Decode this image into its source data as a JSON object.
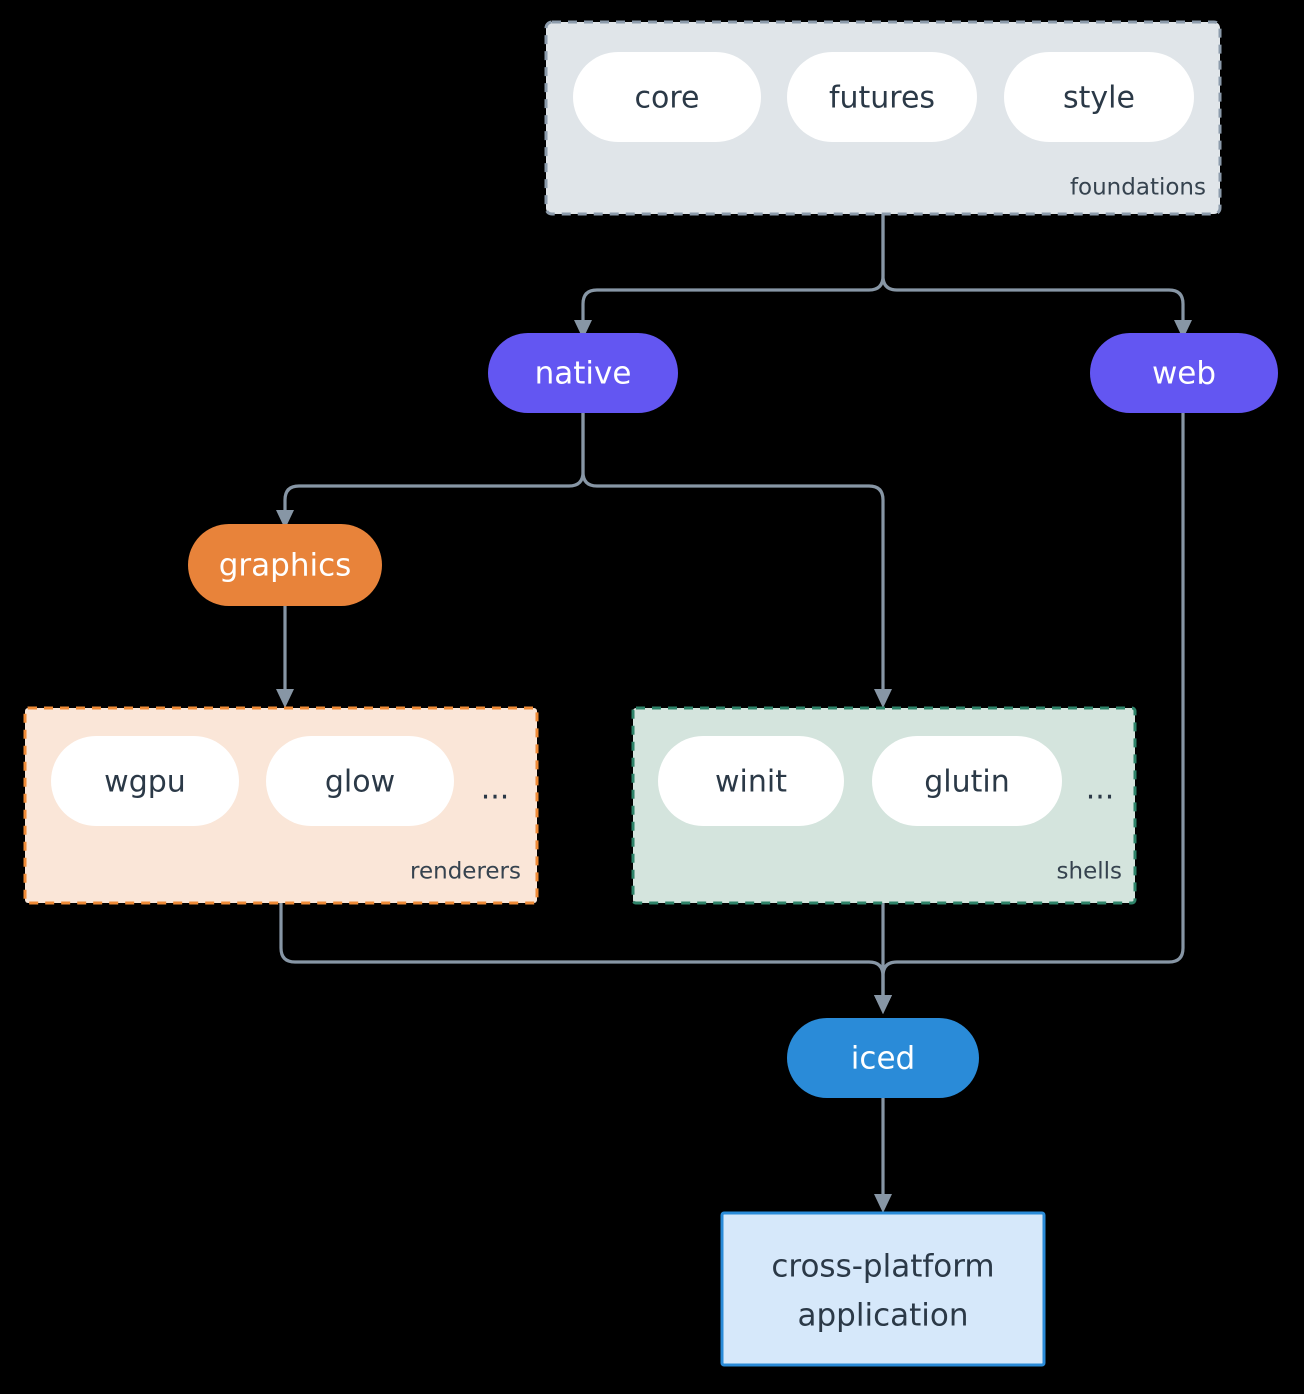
{
  "diagram": {
    "type": "architecture-flowchart",
    "background": "#000000",
    "edge_color": "#8796a5"
  },
  "clusters": [
    {
      "id": "foundations",
      "caption": "foundations",
      "fill": "#e0e5e9",
      "border": "#8c9bab",
      "border_style": "dashed",
      "members": [
        "core",
        "futures",
        "style"
      ]
    },
    {
      "id": "renderers",
      "caption": "renderers",
      "fill": "#fae6d8",
      "border": "#ef8b37",
      "border_style": "dashed",
      "members": [
        "wgpu",
        "glow",
        "..."
      ]
    },
    {
      "id": "shells",
      "caption": "shells",
      "fill": "#d4e4dd",
      "border": "#2e8369",
      "border_style": "dashed",
      "members": [
        "winit",
        "glutin",
        "..."
      ]
    }
  ],
  "leaves": {
    "core": "core",
    "futures": "futures",
    "style": "style",
    "wgpu": "wgpu",
    "glow": "glow",
    "winit": "winit",
    "glutin": "glutin",
    "renderers_more": "...",
    "shells_more": "..."
  },
  "nodes": {
    "native": {
      "label": "native",
      "fill": "#6356f2",
      "text": "#ffffff"
    },
    "web": {
      "label": "web",
      "fill": "#6356f2",
      "text": "#ffffff"
    },
    "graphics": {
      "label": "graphics",
      "fill": "#e8833a",
      "text": "#ffffff"
    },
    "iced": {
      "label": "iced",
      "fill": "#2a8bd8",
      "text": "#ffffff"
    },
    "application": {
      "line1": "cross-platform",
      "line2": "application",
      "fill": "#d6e8fa",
      "border": "#2a8bd8",
      "text": "#2b3947"
    }
  },
  "edges": [
    {
      "from": "foundations",
      "to": "native"
    },
    {
      "from": "foundations",
      "to": "web"
    },
    {
      "from": "native",
      "to": "graphics"
    },
    {
      "from": "native",
      "to": "shells"
    },
    {
      "from": "graphics",
      "to": "renderers"
    },
    {
      "from": "renderers",
      "to": "iced"
    },
    {
      "from": "shells",
      "to": "iced"
    },
    {
      "from": "web",
      "to": "iced"
    },
    {
      "from": "iced",
      "to": "application"
    }
  ]
}
